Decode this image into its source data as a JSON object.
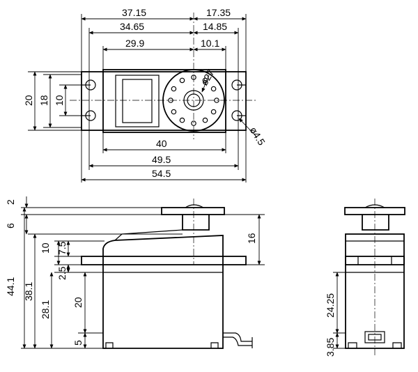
{
  "top_view": {
    "dims": {
      "w_37_15": "37.15",
      "w_17_35": "17.35",
      "w_34_65": "34.65",
      "w_14_85": "14.85",
      "w_29_9": "29.9",
      "w_10_1": "10.1",
      "w_40": "40",
      "w_49_5": "49.5",
      "w_54_5": "54.5",
      "h_20": "20",
      "h_18": "18",
      "h_10": "10",
      "dia_27": "ø27",
      "dia_4_5": "ø4.5"
    }
  },
  "side_view": {
    "dims": {
      "v_2": "2",
      "v_6": "6",
      "v_10": "10",
      "v_7_5": "7.5",
      "v_2_5": "2.5",
      "v_44_1": "44.1",
      "v_38_1": "38.1",
      "v_28_1": "28.1",
      "v_20": "20",
      "v_5": "5",
      "v_16": "16"
    }
  },
  "end_view": {
    "dims": {
      "v_24_25": "24.25",
      "v_3_85": "3.85"
    }
  }
}
